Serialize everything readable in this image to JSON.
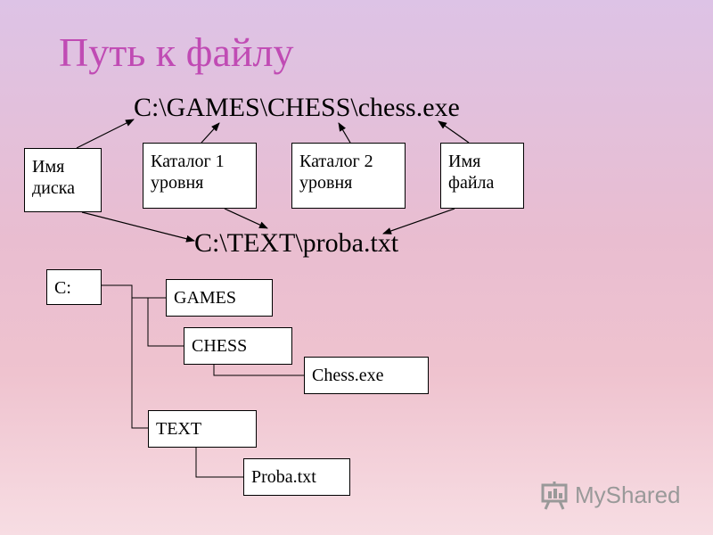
{
  "title": "Путь к файлу",
  "path_examples": [
    "C:\\GAMES\\CHESS\\chess.exe",
    "C:\\TEXT\\proba.txt"
  ],
  "labels": {
    "disk_name": "Имя\nдиска",
    "catalog1": "Каталог 1\nуровня",
    "catalog2": "Каталог 2\nуровня",
    "file_name": "Имя\nфайла"
  },
  "tree": {
    "root": "C:",
    "games": "GAMES",
    "chess": "CHESS",
    "chess_exe": "Chess.exe",
    "text": "TEXT",
    "proba": "Proba.txt"
  },
  "watermark": {
    "text": "MyShared",
    "icon": "presentation-board-icon",
    "color": "#999999"
  },
  "colors": {
    "title": "#c04bb4",
    "background_top": "#ddc3e6",
    "background_bottom": "#f7dde3"
  }
}
